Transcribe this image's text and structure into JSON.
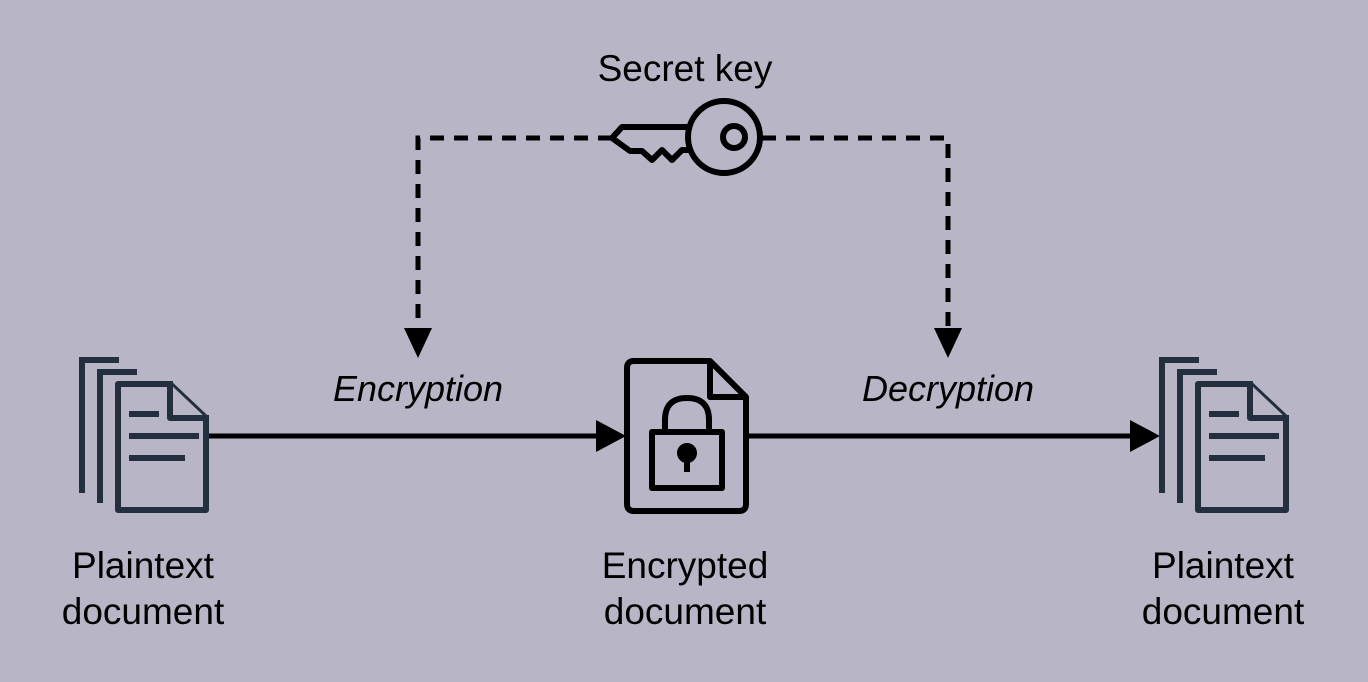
{
  "key": {
    "label": "Secret key",
    "icon": "key-icon"
  },
  "edges": {
    "encryption_label": "Encryption",
    "decryption_label": "Decryption"
  },
  "nodes": {
    "source": {
      "line1": "Plaintext",
      "line2": "document",
      "icon": "document-stack-icon"
    },
    "encrypted": {
      "line1": "Encrypted",
      "line2": "document",
      "icon": "locked-document-icon"
    },
    "target": {
      "line1": "Plaintext",
      "line2": "document",
      "icon": "document-stack-icon"
    }
  },
  "colors": {
    "background": "#b8b6c6",
    "line": "#000000",
    "document_icon": "#232f3e"
  }
}
